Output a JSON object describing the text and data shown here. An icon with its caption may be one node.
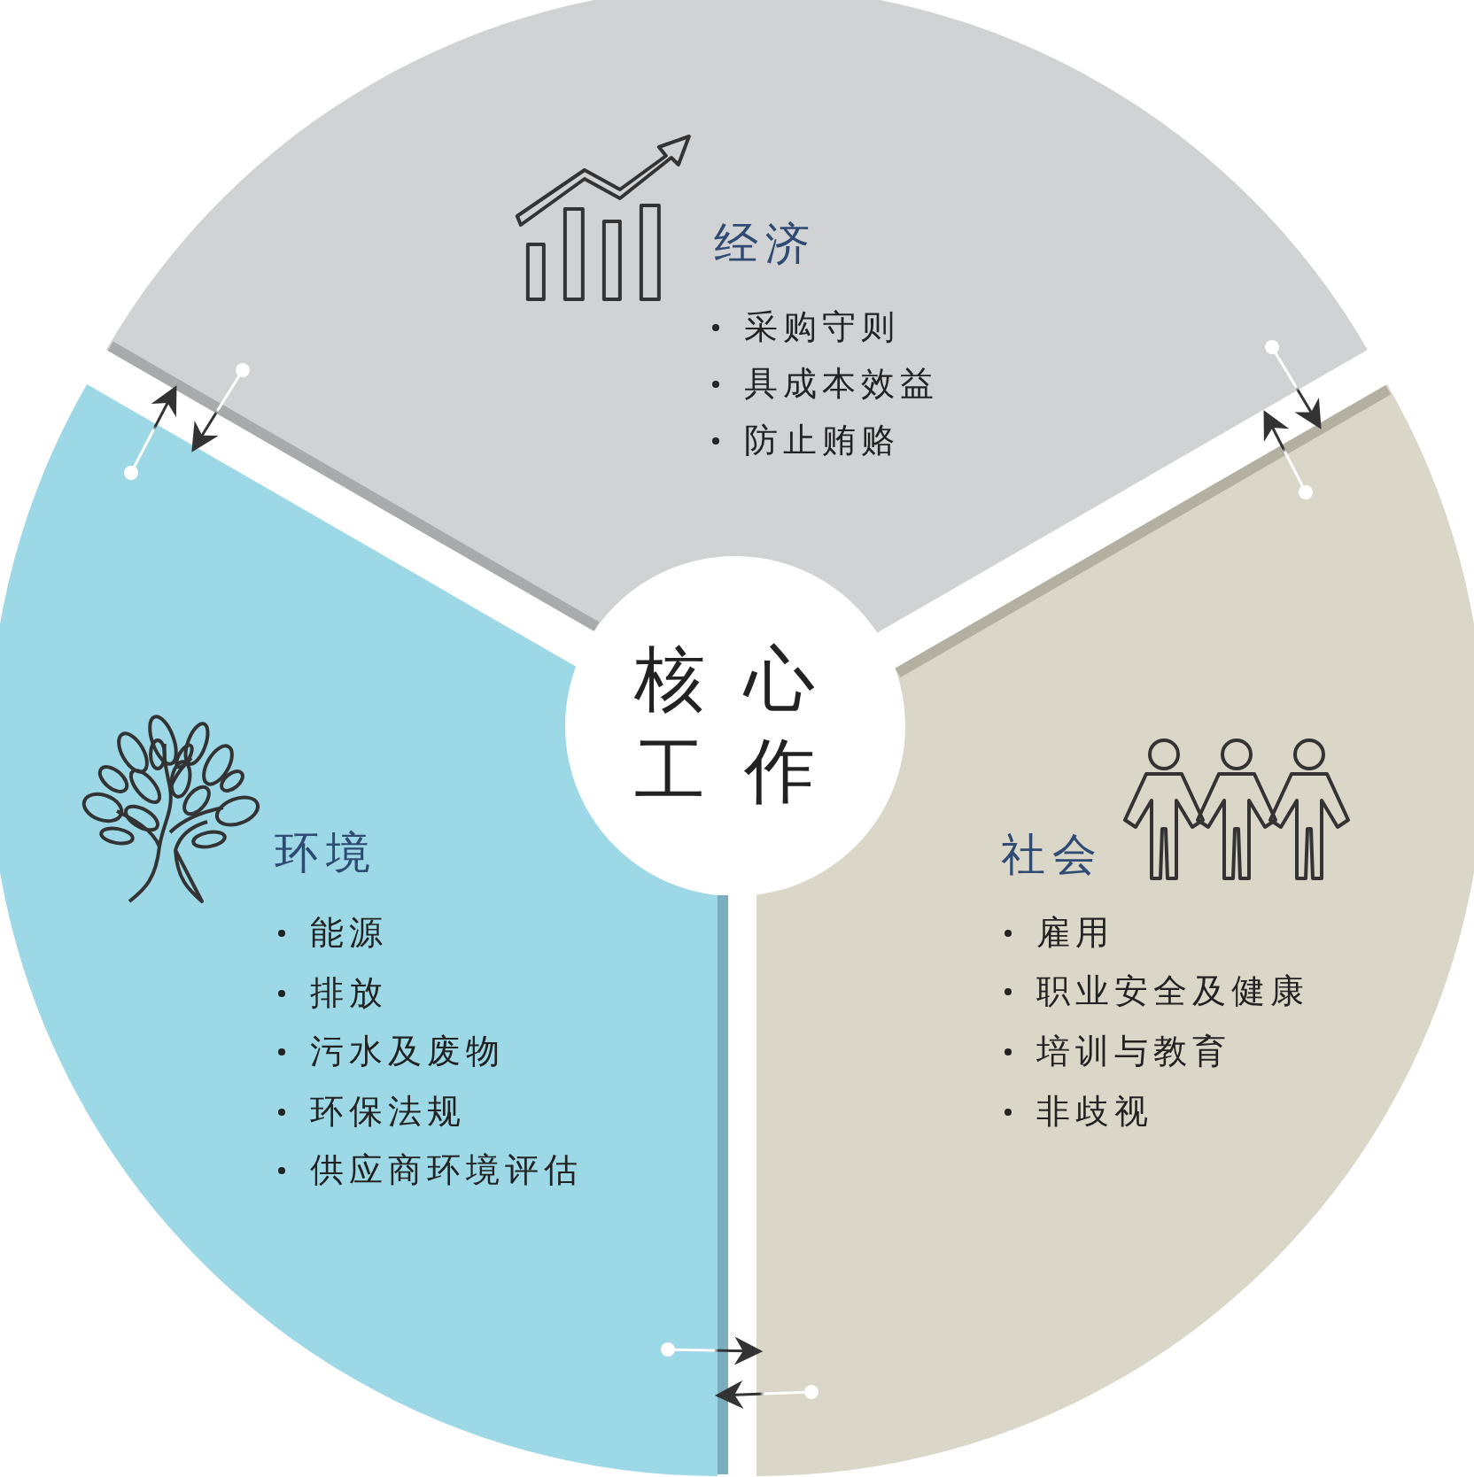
{
  "diagram": {
    "nodes": [
      {
        "text": [
          "经济",
          "采购守则",
          "具成本效益",
          "防止贿赂"
        ]
      },
      {
        "text": [
          "核心工作"
        ]
      },
      {
        "text": [
          "环境",
          "能源",
          "排放",
          "污水及废物",
          "环保法规",
          "供应商环境评估"
        ]
      },
      {
        "text": [
          "社会",
          "雇用",
          "职业安全及健康",
          "培训与教育",
          "非歧视"
        ]
      }
    ],
    "edges": [
      {
        "from": 2,
        "to": 0,
        "arrow": "to"
      },
      {
        "from": 0,
        "to": 2,
        "arrow": "to"
      },
      {
        "from": 0,
        "to": 3,
        "arrow": "to"
      },
      {
        "from": 3,
        "to": 0,
        "arrow": "to"
      },
      {
        "from": 2,
        "to": 3,
        "arrow": "to"
      },
      {
        "from": 3,
        "to": 2,
        "arrow": "to"
      }
    ]
  }
}
